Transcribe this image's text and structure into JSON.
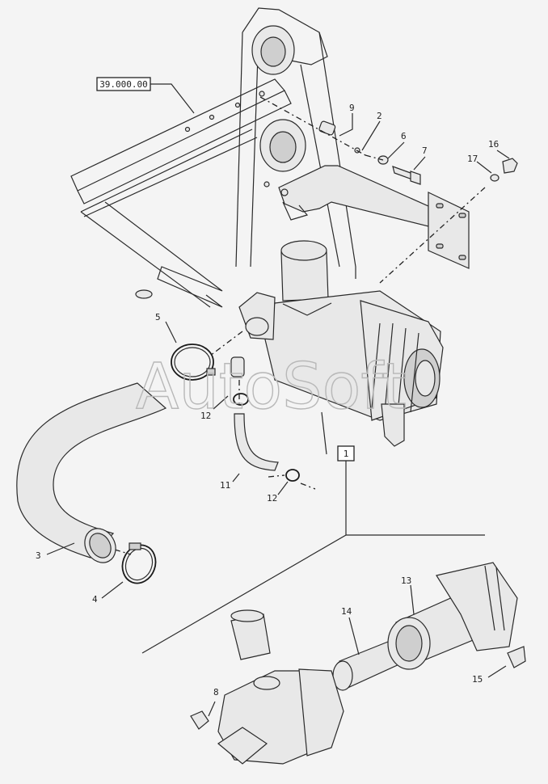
{
  "watermark": "AutoSoft",
  "reference_box": "39.000.00",
  "assembly_box": "1",
  "callouts": [
    "2",
    "3",
    "4",
    "5",
    "6",
    "7",
    "8",
    "9",
    "11",
    "12",
    "12",
    "13",
    "14",
    "15",
    "16",
    "17"
  ]
}
